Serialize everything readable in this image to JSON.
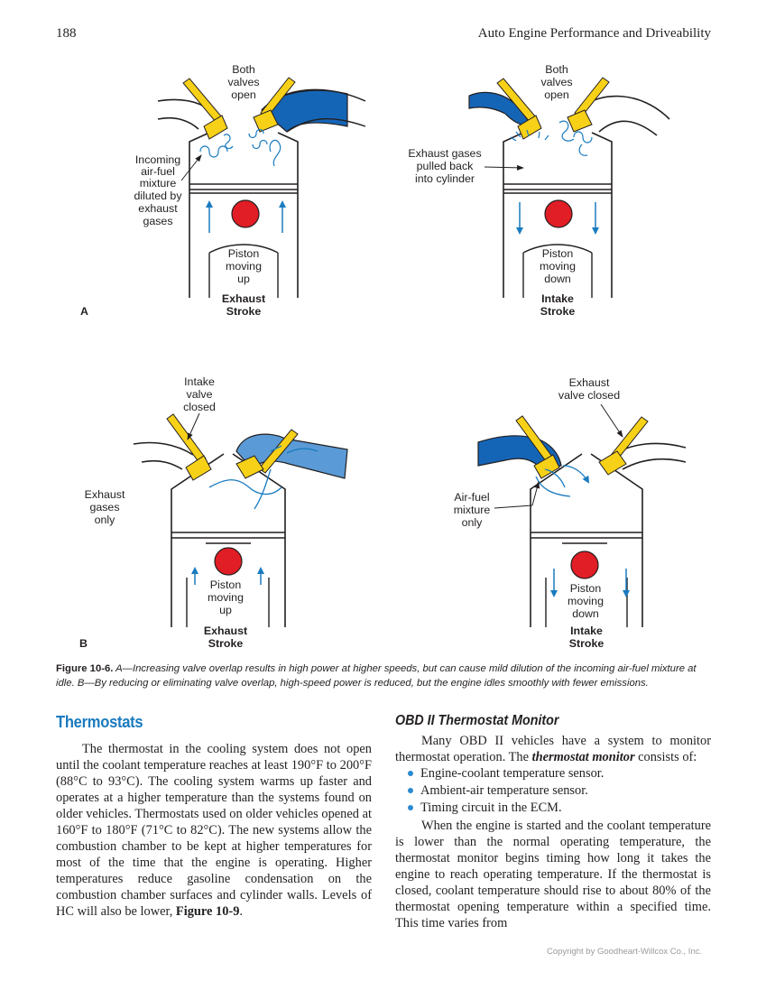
{
  "header": {
    "page_number": "188",
    "running_head": "Auto Engine Performance and Driveability"
  },
  "figure": {
    "panel_a": {
      "letter": "A",
      "left": {
        "top_label": [
          "Both",
          "valves",
          "open"
        ],
        "side_label": [
          "Incoming",
          "air-fuel",
          "mixture",
          "diluted by",
          "exhaust",
          "gases"
        ],
        "piston_label": [
          "Piston",
          "moving",
          "up"
        ],
        "stroke_label": [
          "Exhaust",
          "Stroke"
        ]
      },
      "right": {
        "top_label": [
          "Both",
          "valves",
          "open"
        ],
        "side_label": [
          "Exhaust gases",
          "pulled back",
          "into cylinder"
        ],
        "piston_label": [
          "Piston",
          "moving",
          "down"
        ],
        "stroke_label": [
          "Intake",
          "Stroke"
        ]
      }
    },
    "panel_b": {
      "letter": "B",
      "left": {
        "top_label": [
          "Intake",
          "valve",
          "closed"
        ],
        "side_label": [
          "Exhaust",
          "gases",
          "only"
        ],
        "piston_label": [
          "Piston",
          "moving",
          "up"
        ],
        "stroke_label": [
          "Exhaust",
          "Stroke"
        ]
      },
      "right": {
        "top_label": [
          "Exhaust",
          "valve closed"
        ],
        "side_label": [
          "Air-fuel",
          "mixture",
          "only"
        ],
        "piston_label": [
          "Piston",
          "moving",
          "down"
        ],
        "stroke_label": [
          "Intake",
          "Stroke"
        ]
      }
    },
    "colors": {
      "valve": "#f7d117",
      "intake_port": "#1565b7",
      "piston_pin": "#e11d25",
      "flow_arrow": "#1a7bbf"
    }
  },
  "caption": {
    "figure_label": "Figure 10-6.",
    "text": " A—Increasing valve overlap results in high power at higher speeds, but can cause mild dilution of the incoming air-fuel mixture at idle. B—By reducing or eliminating valve overlap, high-speed power is reduced, but the engine idles smoothly with fewer emissions."
  },
  "left_column": {
    "heading": "Thermostats",
    "paragraph_main": "The thermostat in the cooling system does not open until the coolant temperature reaches at least 190°F to 200°F (88°C to 93°C). The cooling system warms up faster and operates at a higher temperature than the systems found on older vehicles. Thermostats used on older vehicles opened at 160°F to 180°F (71°C to 82°C). The new systems allow the combustion chamber to be kept at higher temperatures for most of the time that the engine is operating. Higher temperatures reduce gasoline condensation on the combustion chamber surfaces and cylinder walls. Levels of HC will also be lower, ",
    "paragraph_ref": "Figure 10-9",
    "paragraph_end": "."
  },
  "right_column": {
    "heading": "OBD II Thermostat Monitor",
    "intro_before": "Many OBD II vehicles have a system to monitor thermostat operation. The ",
    "intro_term": "thermostat monitor",
    "intro_after": " consists of:",
    "bullets": [
      "Engine-coolant temperature sensor.",
      "Ambient-air temperature sensor.",
      "Timing circuit in the ECM."
    ],
    "paragraph2": "When the engine is started and the coolant temperature is lower than the normal operating temperature, the thermostat monitor begins timing how long it takes the engine to reach operating temperature. If the thermostat is closed, coolant temperature should rise to about 80% of the thermostat opening temperature within a specified time. This time varies from"
  },
  "footer": {
    "copyright": "Copyright by Goodheart-Willcox Co., Inc."
  }
}
